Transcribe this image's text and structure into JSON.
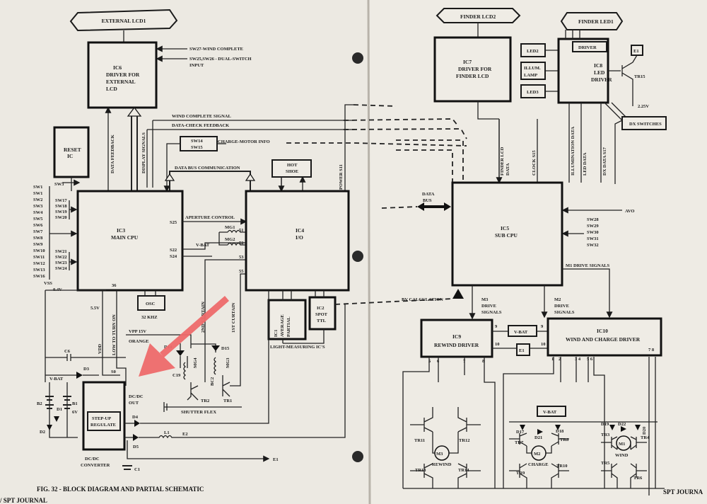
{
  "left": {
    "external_lcd": "EXTERNAL LCD1",
    "ic6": [
      "IC6",
      "DRIVER FOR",
      "EXTERNAL",
      "LCD"
    ],
    "sw27": "SW27-WIND COMPLETE",
    "sw25": [
      "SW25,SW26 - DUAL-SWITCH",
      "INPUT"
    ],
    "wind_complete_signal": "WIND COMPLETE SIGNAL",
    "data_check_feedback": "DATA-CHECK FEEDBACK",
    "data_feedback": "DATA FEEDBACK",
    "display_signals": "DISPLAY SIGNALS",
    "reset_ic": [
      "RESET",
      "IC"
    ],
    "sw14": [
      "SW14",
      "SW15"
    ],
    "charge_motor_info": "CHARGE-MOTOR INFO",
    "data_bus_communication": "DATA BUS COMMUNICATION",
    "hot_shoe": [
      "HOT",
      "SHOE"
    ],
    "power_s11": "POWER S11",
    "sw3": "SW3",
    "sw_list_a": [
      "SW1",
      "SW1",
      "SW2",
      "SW3",
      "SW4",
      "SW5",
      "SW6",
      "SW7",
      "SW8",
      "SW9",
      "SW10",
      "SW11",
      "SW12",
      "SW13",
      "SW16"
    ],
    "sw_list_b": [
      "SW17",
      "SW18",
      "SW19",
      "SW20"
    ],
    "sw_list_c": [
      "SW21",
      "SW22",
      "SW23",
      "SW24"
    ],
    "ic3": [
      "IC3",
      "MAIN CPU"
    ],
    "ic4": [
      "IC4",
      "I/O"
    ],
    "s25": "S25",
    "s22": "S22",
    "s24": "S24",
    "aperture_control": "APERTURE CONTROL",
    "mg1": "MG1",
    "mg2": "MG2",
    "vbat": "V-BAT",
    "pin51": "51",
    "pin52": "52",
    "pin53": "53",
    "pin55": "55",
    "vss": "VSS",
    "v04": "0.4V",
    "pin36": "36",
    "osc": "OSC",
    "khz": "32 KHZ",
    "v55": "5.5V",
    "low_to_turn_on": "LOW TO TURN ON",
    "vdd": "VDD",
    "s0": "S0",
    "vpp": "VPP  15V",
    "orange": "ORANGE",
    "second_curtain": "2ND CURTAIN",
    "first_curtain": "1ST CURTAIN",
    "ic1": [
      "IC1",
      "AVERAGE",
      "PARTIAL"
    ],
    "ic2": [
      "IC2",
      "SPOT",
      "TTL"
    ],
    "light_measuring": "LIGHT-MEASURING IC'S",
    "bv_calculation": "BV CALCULATION",
    "d14": "D14",
    "d15": "D15",
    "c6": "C6",
    "d3": "D3",
    "c19": "C19",
    "mg4": "MG4",
    "mg3": "MG3",
    "bc2": "BC2",
    "tr2": "TR2",
    "tr1": "TR1",
    "shutter_flex": "SHUTTER FLEX",
    "b2": "B2",
    "b1": [
      "B1",
      "6V"
    ],
    "d1": "D1",
    "d2": "D2",
    "step_up": [
      "STEP-UP",
      "REGULATE"
    ],
    "dcdc_out": [
      "DC/DC",
      "OUT"
    ],
    "d4": "D4",
    "d5": "D5",
    "l1": "L1",
    "e2": "E2",
    "e1": "E1",
    "c1": "C1",
    "converter": [
      "DC/DC",
      "CONVERTER"
    ],
    "caption": "FIG. 32 - BLOCK DIAGRAM AND PARTIAL SCHEMATIC",
    "journal": "/ SPT JOURNAL"
  },
  "right": {
    "finder_lcd2": "FINDER LCD2",
    "finder_led1": "FINDER LED1",
    "ic7": [
      "IC7",
      "DRIVER FOR",
      "FINDER LCD"
    ],
    "led2": "LED2",
    "illum": [
      "ILLUM.",
      "LAMP"
    ],
    "led3": "LED3",
    "driver": "DRIVER",
    "ic8": [
      "IC8",
      "LED",
      "DRIVER"
    ],
    "e1": "E1",
    "tr15": "TR15",
    "v225": "2.25V",
    "dx_switches": "DX SWITCHES",
    "finder_lcd_data": [
      "FINDER LCD",
      "DATA"
    ],
    "clock_s15": "CLOCK S15",
    "illumination_data": "ILLUMINATION DATA",
    "led_data": "LED DATA",
    "dx_data_s17": "DX DATA S17",
    "data_bus": [
      "DATA",
      "BUS"
    ],
    "ic5": [
      "IC5",
      "SUB CPU"
    ],
    "avo": "AVO",
    "sw_list": [
      "SW28",
      "SW29",
      "SW30",
      "SW31",
      "SW32"
    ],
    "m1_drive": "M1 DRIVE SIGNALS",
    "m2_drive": [
      "M2",
      "DRIVE",
      "SIGNALS"
    ],
    "m3_drive": [
      "M3",
      "DRIVE",
      "SIGNALS"
    ],
    "ic9": [
      "IC9",
      "REWIND DRIVER"
    ],
    "vbat": "V-BAT",
    "ic10": [
      "IC10",
      "WIND AND CHARGE DRIVER"
    ],
    "pins_ic9": [
      "5",
      "6",
      "7",
      "8"
    ],
    "pins_ic10": [
      "1",
      "2",
      "3 4",
      "5 6",
      "7 8"
    ],
    "pin9a": "9",
    "pin9b": "9",
    "pin10a": "10",
    "pin10b": "10",
    "e1b": "E1",
    "vbat2": "V-BAT",
    "tr11": "TR11",
    "tr12": "TR12",
    "tr13": "TR13",
    "tr14": "TR14",
    "m3": "M3",
    "rewind": "REWIND",
    "d17": "D17",
    "d21": "D21",
    "d18": "D18",
    "tr7": "TR7",
    "tr8": "TR8",
    "m2": "M2",
    "charge": "CHARGE",
    "tr9": "TR9",
    "tr10": "TR10",
    "d19": "D19",
    "d22": "D22",
    "d20": "D20",
    "tr3": "TR3",
    "tr4": "TR4",
    "m1": "M1",
    "wind": "WIND",
    "tr5": "TR5",
    "tr6": "TR6",
    "journal": "SPT JOURNA"
  }
}
